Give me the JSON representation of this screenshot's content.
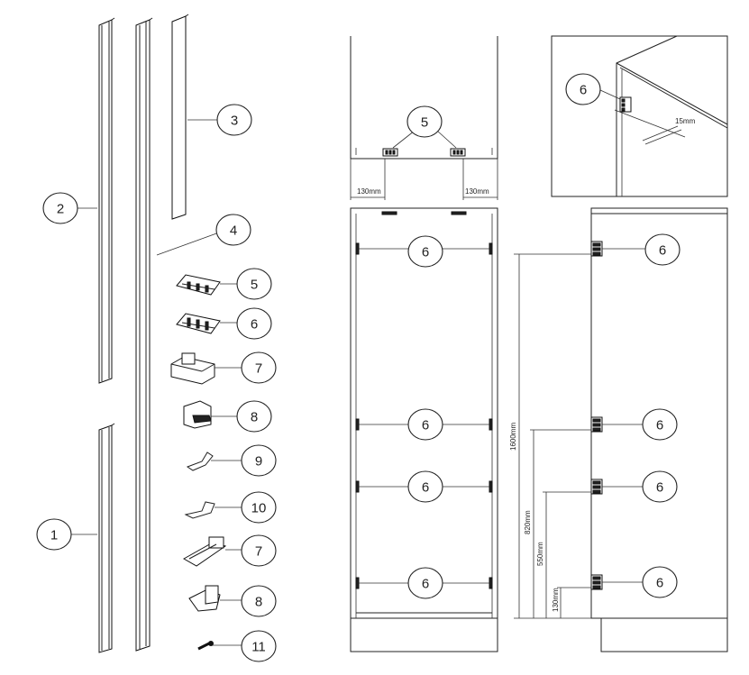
{
  "parts_list": [
    {
      "id": "profile-1",
      "label": "1"
    },
    {
      "id": "profile-2",
      "label": "2"
    },
    {
      "id": "profile-3",
      "label": "3"
    },
    {
      "id": "profile-4",
      "label": "4"
    },
    {
      "id": "bracket-5",
      "label": "5"
    },
    {
      "id": "bracket-6",
      "label": "6"
    },
    {
      "id": "end-cap-7a",
      "label": "7"
    },
    {
      "id": "end-cap-8a",
      "label": "8"
    },
    {
      "id": "clip-9",
      "label": "9"
    },
    {
      "id": "clip-10",
      "label": "10"
    },
    {
      "id": "end-cap-7b",
      "label": "7"
    },
    {
      "id": "end-cap-8b",
      "label": "8"
    },
    {
      "id": "screw-11",
      "label": "11"
    }
  ],
  "top_view": {
    "callout": "5",
    "dim_left": "130mm",
    "dim_right": "130mm"
  },
  "detail_view": {
    "callout": "6",
    "dim": "15mm"
  },
  "front_view": {
    "callouts": [
      "6",
      "6",
      "6",
      "6"
    ]
  },
  "side_view": {
    "callouts": [
      "6",
      "6",
      "6",
      "6"
    ],
    "dims": [
      "1600mm",
      "820mm",
      "550mm",
      "130mm"
    ]
  }
}
